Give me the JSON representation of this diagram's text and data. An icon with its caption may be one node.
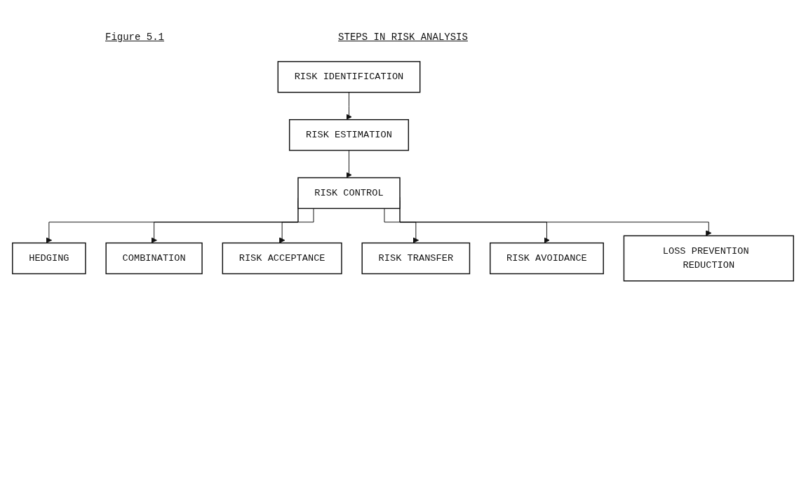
{
  "diagram": {
    "title": "STEPS IN RISK ANALYSIS",
    "nodes": [
      {
        "text": [
          "RISK IDENTIFICATION"
        ]
      },
      {
        "text": [
          "RISK ESTIMATION"
        ]
      },
      {
        "text": [
          "RISK CONTROL"
        ]
      },
      {
        "text": [
          "HEDGING"
        ]
      },
      {
        "text": [
          "COMBINATION"
        ]
      },
      {
        "text": [
          "RISK ACCEPTANCE"
        ]
      },
      {
        "text": [
          "RISK TRANSFER"
        ]
      },
      {
        "text": [
          "RISK AVOIDANCE"
        ]
      },
      {
        "text": [
          "LOSS PREVENTION REDUCTION"
        ]
      }
    ],
    "edges": [
      {
        "from": 0,
        "to": 1,
        "arrow": "to"
      },
      {
        "from": 1,
        "to": 2,
        "arrow": "to"
      },
      {
        "from": 2,
        "to": 3,
        "arrow": "to"
      },
      {
        "from": 2,
        "to": 4,
        "arrow": "to"
      },
      {
        "from": 2,
        "to": 5,
        "arrow": "to"
      },
      {
        "from": 2,
        "to": 6,
        "arrow": "to"
      },
      {
        "from": 2,
        "to": 7,
        "arrow": "to"
      },
      {
        "from": 2,
        "to": 8,
        "arrow": "to"
      }
    ],
    "labels": [
      "Figure 5.1"
    ]
  }
}
